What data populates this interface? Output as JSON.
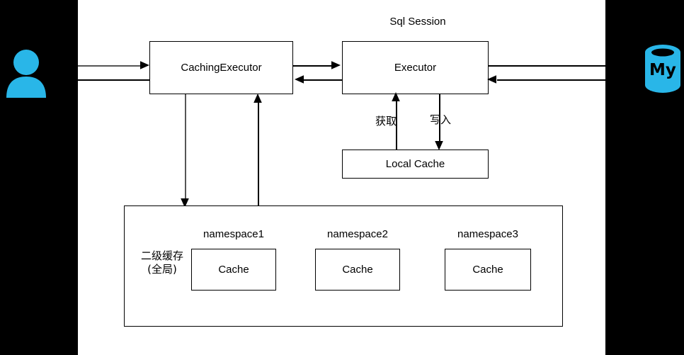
{
  "canvas": {
    "bg": "#ffffff",
    "outer_bg": "#000000",
    "accent": "#29b6e8",
    "stroke": "#000000"
  },
  "title": "Sql Session",
  "actors": {
    "user_icon": "user-person-icon",
    "db_icon": "mysql-database-icon",
    "db_label": "My"
  },
  "nodes": {
    "caching_executor": "CachingExecutor",
    "executor": "Executor",
    "local_cache": "Local Cache",
    "second_level_title_line1": "二级缓存",
    "second_level_title_line2": "(全局)"
  },
  "edge_labels": {
    "fetch": "获取",
    "write": "写入"
  },
  "namespaces": [
    {
      "label": "namespace1",
      "cache": "Cache"
    },
    {
      "label": "namespace2",
      "cache": "Cache"
    },
    {
      "label": "namespace3",
      "cache": "Cache"
    }
  ]
}
